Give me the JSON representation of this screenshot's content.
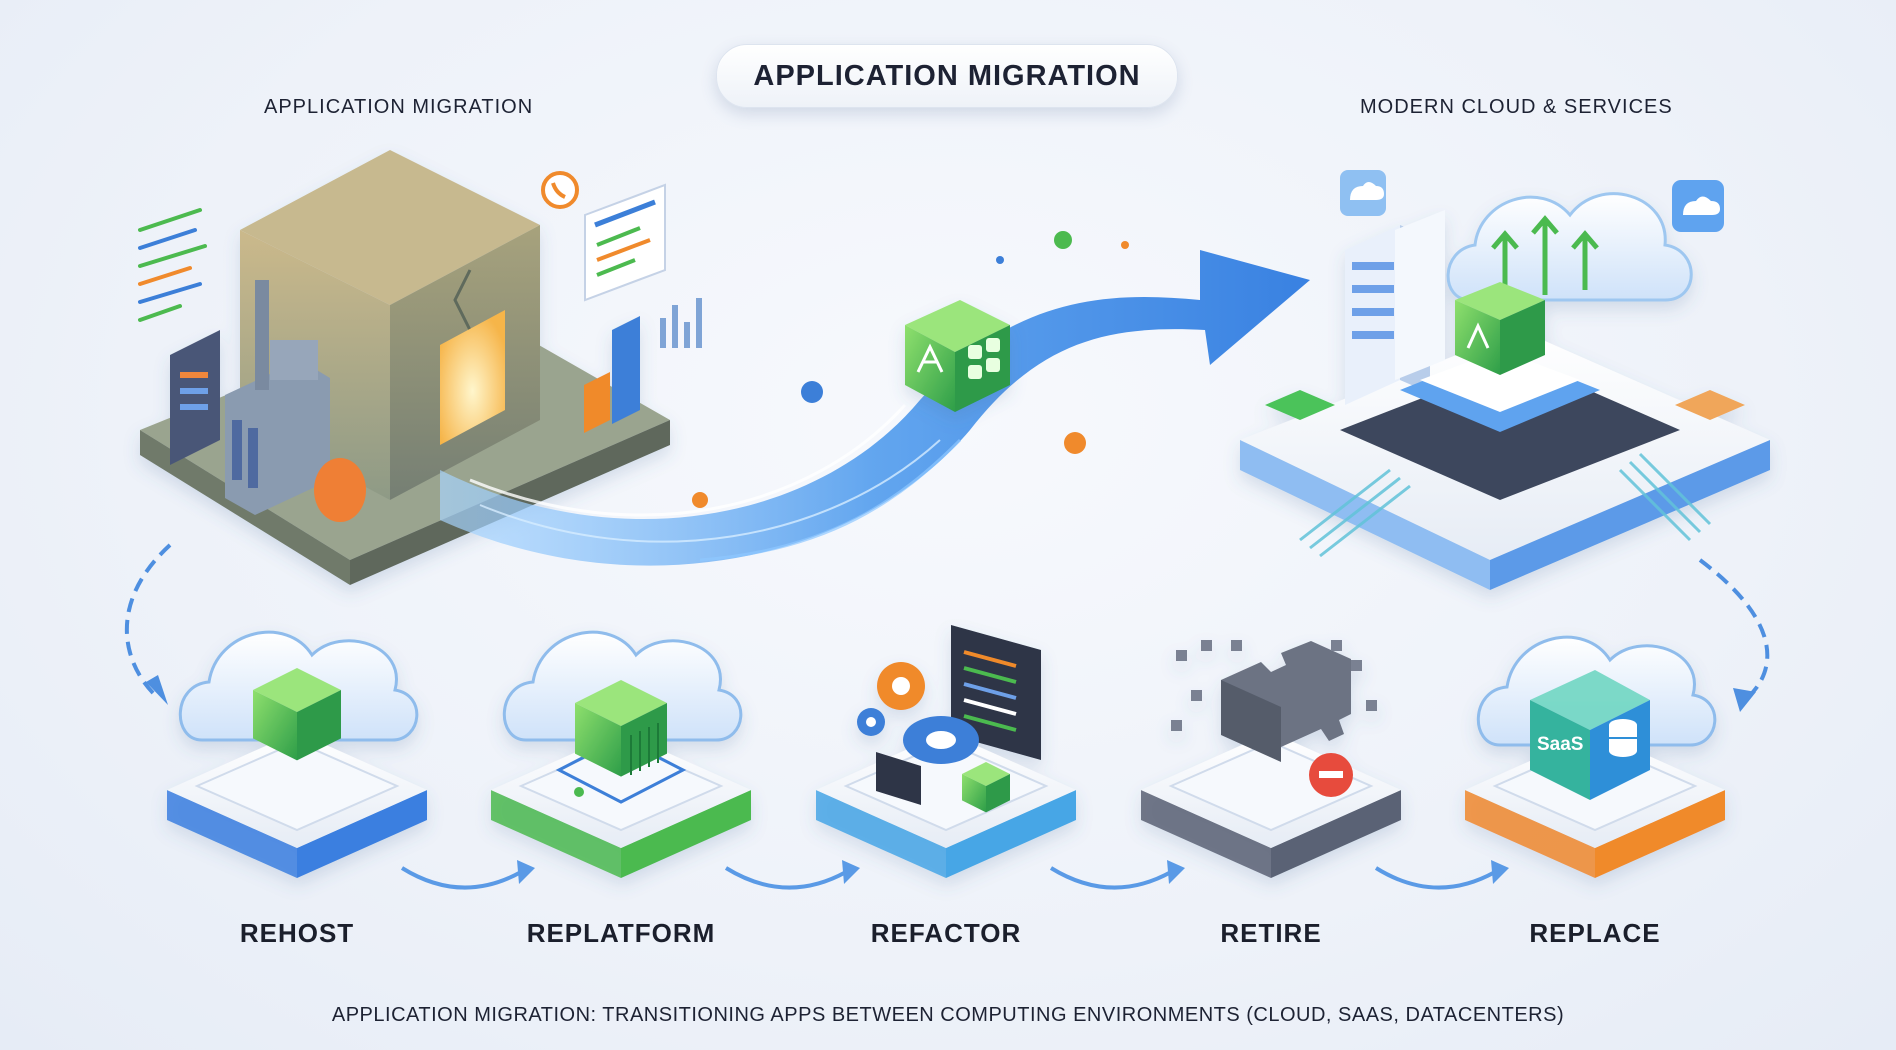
{
  "header": {
    "title": "APPLICATION MIGRATION",
    "left_label": "APPLICATION MIGRATION",
    "right_label": "MODERN CLOUD & SERVICES"
  },
  "steps": [
    {
      "label": "REHOST",
      "icon": "cube-in-cloud-icon",
      "accent": "#3b7fe0"
    },
    {
      "label": "REPLATFORM",
      "icon": "container-in-cloud-icon",
      "accent": "#4cba4f"
    },
    {
      "label": "REFACTOR",
      "icon": "gears-code-icon",
      "accent": "#47a6e6"
    },
    {
      "label": "RETIRE",
      "icon": "broken-puzzle-icon",
      "accent": "#5a6274"
    },
    {
      "label": "REPLACE",
      "icon": "saas-cloud-icon",
      "accent": "#f08a2c",
      "badge": "SaaS"
    }
  ],
  "caption": "APPLICATION MIGRATION: TRANSITIONING APPS BETWEEN COMPUTING ENVIRONMENTS (CLOUD, SAAS, DATACENTERS)",
  "colors": {
    "flow_blue": "#3f8ae6",
    "app_green": "#4cc35a",
    "legacy_beige": "#c9b98d",
    "orange": "#f08a2c",
    "text_dark": "#1d2233"
  }
}
